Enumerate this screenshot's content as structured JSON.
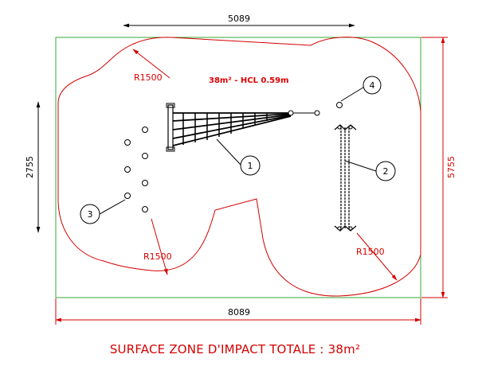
{
  "dimensions": {
    "top_width": "5089",
    "left_height": "2755",
    "right_height": "5755",
    "bottom_width": "8089"
  },
  "radius_labels": {
    "top_left": "R1500",
    "bottom_left": "R1500",
    "bottom_right": "R1500"
  },
  "area_note": "38m² - HCL 0.59m",
  "balloons": {
    "one": "1",
    "two": "2",
    "three": "3",
    "four": "4"
  },
  "footer": "SURFACE ZONE D'IMPACT TOTALE : 38m²",
  "colors": {
    "impact_zone": "#d40000",
    "boundary": "#33aa33",
    "structure": "#000000",
    "dimensions": "#000000"
  }
}
